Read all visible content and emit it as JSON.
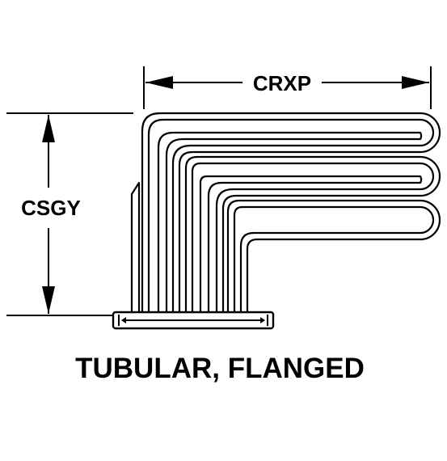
{
  "dimensions": {
    "width_label": "CRXP",
    "height_label": "CSGY"
  },
  "caption": "TUBULAR, FLANGED",
  "colors": {
    "ink": "#000000",
    "background": "#ffffff"
  }
}
